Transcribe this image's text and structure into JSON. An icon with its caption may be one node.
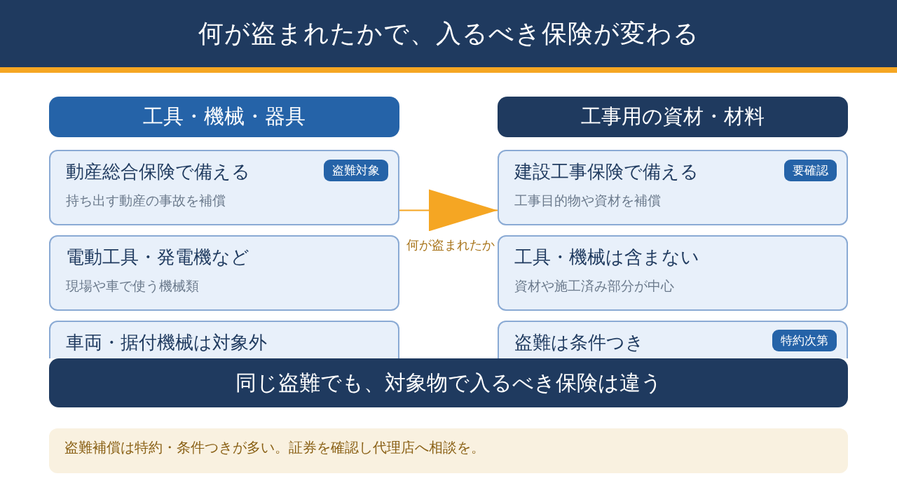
{
  "diagram": {
    "title": "何が盗まれたかで、入るべき保険が変わる",
    "nodes": [
      {
        "text": [
          "工具・機械・器具"
        ]
      },
      {
        "text": [
          "動産総合保険で備える",
          "持ち出す動産の事故を補償"
        ]
      },
      {
        "text": [
          "盗難対象"
        ],
        "in": 1
      },
      {
        "text": [
          "電動工具・発電機など",
          "現場や車で使う機械類"
        ]
      },
      {
        "text": [
          "車両・据付機械は対象外"
        ]
      },
      {
        "text": [
          "工事用の資材・材料"
        ]
      },
      {
        "text": [
          "建設工事保険で備える",
          "工事目的物や資材を補償"
        ]
      },
      {
        "text": [
          "要確認"
        ],
        "in": 6
      },
      {
        "text": [
          "工具・機械は含まない",
          "資材や施工済み部分が中心"
        ]
      },
      {
        "text": [
          "盗難は条件つき"
        ]
      },
      {
        "text": [
          "特約次第"
        ],
        "in": 9
      },
      {
        "text": [
          "同じ盗難でも、対象物で入るべき保険は違う"
        ]
      },
      {
        "text": [
          "盗難補償は特約・条件つきが多い。証券を確認し代理店へ相談を。"
        ]
      }
    ],
    "edges": [
      {
        "from": 1,
        "to": 6,
        "arrow": "to",
        "label": "何が盗まれたか",
        "color": "#f5a623"
      }
    ]
  }
}
